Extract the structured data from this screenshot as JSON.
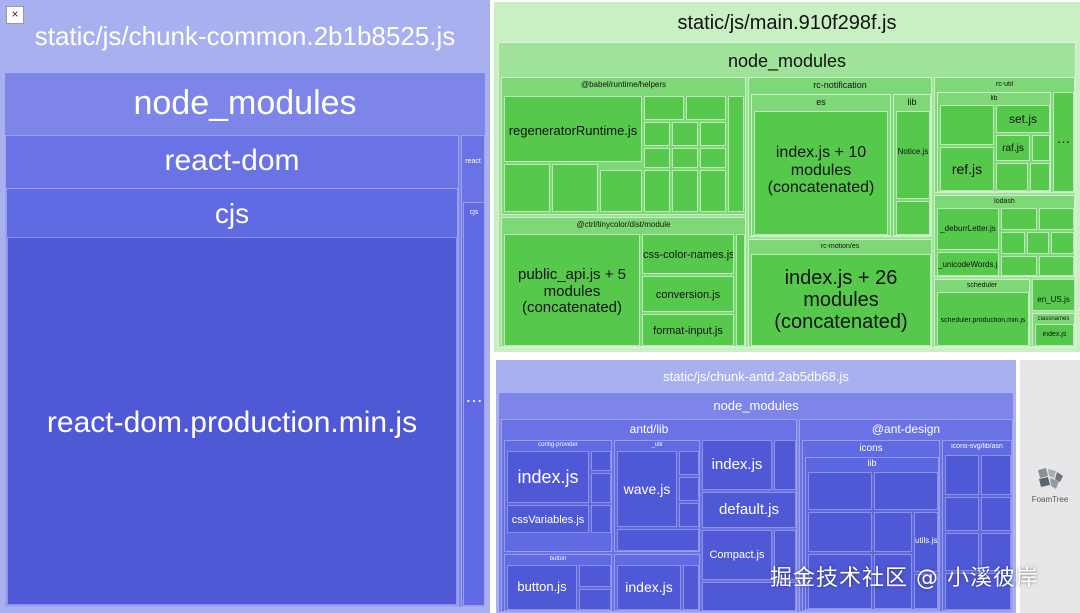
{
  "common": {
    "title": "static/js/chunk-common.2b1b8525.js",
    "node_modules": "node_modules",
    "react_dom": "react-dom",
    "cjs": "cjs",
    "main_file": "react-dom.production.min.js",
    "side_react": "react",
    "side_cjs": "cjs",
    "side_more": "…"
  },
  "main": {
    "title": "static/js/main.910f298f.js",
    "node_modules": "node_modules",
    "babel": "@babel/runtime/helpers",
    "regen": "regeneratorRuntime.js",
    "tinycolor": "@ctrl/tinycolor/dist/module",
    "public_api": "public_api.js + 5 modules (concatenated)",
    "css_color": "css-color-names.js",
    "conversion": "conversion.js",
    "format_input": "format-input.js",
    "rc_notification": "rc-notification",
    "es": "es",
    "lib": "lib",
    "index10": "index.js + 10 modules (concatenated)",
    "notice": "Notice.js",
    "rc_motion": "rc-motion/es",
    "index26": "index.js + 26 modules (concatenated)",
    "rc_util": "rc-util",
    "rc_util_lib": "lib",
    "set": "set.js",
    "raf": "raf.js",
    "ref": "ref.js",
    "rc_util_more": "…",
    "lodash": "lodash",
    "deburr": "_deburrLetter.js",
    "unicode": "_unicodeWords.js",
    "scheduler": "scheduler",
    "scheduler_prod": "scheduler.production.min.js",
    "en_us": "en_US.js",
    "classnames": "classnames",
    "classnames_index": "index.js"
  },
  "antd": {
    "title": "static/js/chunk-antd.2ab5db68.js",
    "node_modules": "node_modules",
    "antd_lib": "antd/lib",
    "config_provider": "config-provider",
    "index1": "index.js",
    "css_vars": "cssVariables.js",
    "util": "_util",
    "wave": "wave.js",
    "index2": "index.js",
    "default": "default.js",
    "button": "button",
    "button_js": "button.js",
    "index3": "index.js",
    "compact": "Compact.js",
    "ant_design": "@ant-design",
    "icons": "icons",
    "icons_lib": "lib",
    "utils": "utils.js",
    "icons_svg": "icons-svg/lib/asn"
  },
  "foamtree": {
    "label": "FoamTree"
  },
  "watermark": "掘金技术社区 @ 小溪彼岸",
  "close": "×"
}
